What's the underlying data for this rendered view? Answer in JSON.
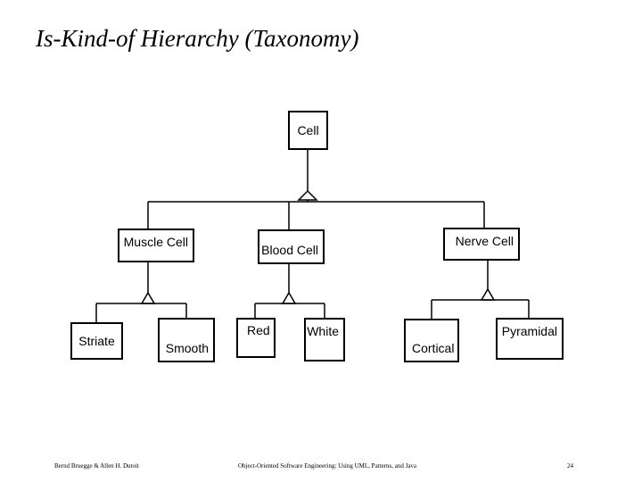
{
  "title": "Is-Kind-of Hierarchy (Taxonomy)",
  "nodes": {
    "cell": "Cell",
    "muscle_cell": "Muscle Cell",
    "blood_cell": "Blood Cell",
    "nerve_cell": "Nerve Cell",
    "striate": "Striate",
    "smooth": "Smooth",
    "red": "Red",
    "white": "White",
    "cortical": "Cortical",
    "pyramidal": "Pyramidal"
  },
  "footer": {
    "authors": "Bernd Bruegge & Allen H. Dutoit",
    "book": "Object-Oriented Software Engineering: Using UML, Patterns, and Java",
    "page": "24"
  }
}
